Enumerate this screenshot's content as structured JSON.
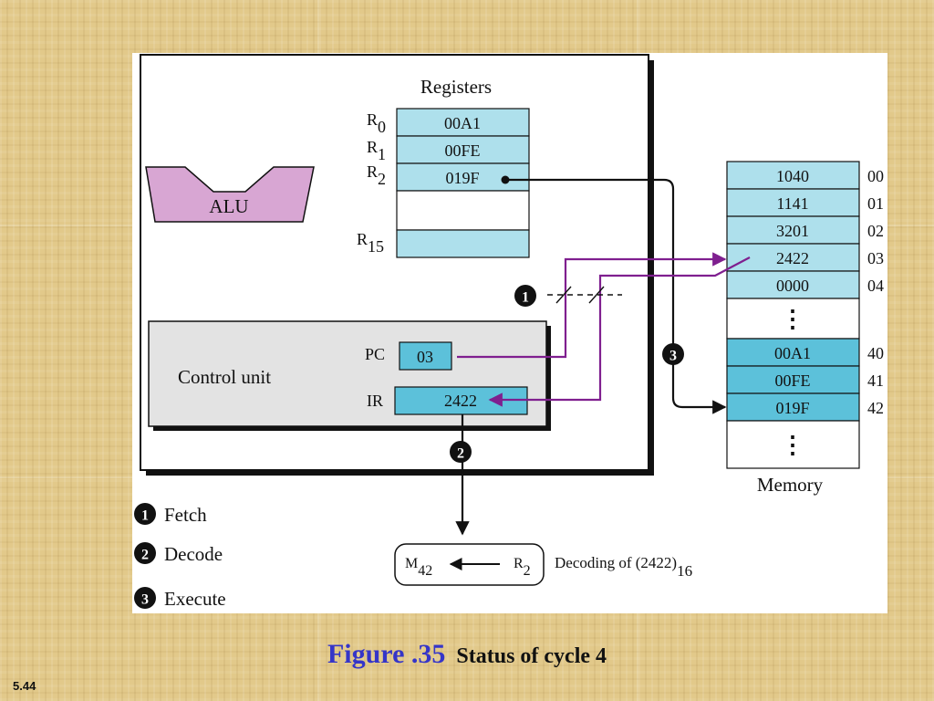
{
  "registers": {
    "title": "Registers",
    "rows": [
      {
        "name": "R",
        "sub": "0",
        "value": "00A1"
      },
      {
        "name": "R",
        "sub": "1",
        "value": "00FE"
      },
      {
        "name": "R",
        "sub": "2",
        "value": "019F"
      },
      {
        "name": "",
        "sub": "",
        "value": ""
      },
      {
        "name": "R",
        "sub": "15",
        "value": ""
      }
    ]
  },
  "alu": {
    "label": "ALU"
  },
  "control_unit": {
    "label": "Control unit",
    "pc": {
      "label": "PC",
      "value": "03"
    },
    "ir": {
      "label": "IR",
      "value": "2422"
    }
  },
  "memory": {
    "title": "Memory",
    "rows": [
      {
        "addr": "00",
        "value": "1040"
      },
      {
        "addr": "01",
        "value": "1141"
      },
      {
        "addr": "02",
        "value": "3201"
      },
      {
        "addr": "03",
        "value": "2422"
      },
      {
        "addr": "04",
        "value": "0000"
      },
      {
        "addr": "",
        "value": "⋮"
      },
      {
        "addr": "40",
        "value": "00A1"
      },
      {
        "addr": "41",
        "value": "00FE"
      },
      {
        "addr": "42",
        "value": "019F"
      },
      {
        "addr": "",
        "value": "⋮"
      }
    ]
  },
  "steps": [
    {
      "num": "1",
      "label": "Fetch"
    },
    {
      "num": "2",
      "label": "Decode"
    },
    {
      "num": "3",
      "label": "Execute"
    }
  ],
  "decode": {
    "dest": "M",
    "dest_sub": "42",
    "src": "R",
    "src_sub": "2",
    "note": "Decoding of (2422)",
    "note_sub": "16"
  },
  "caption": {
    "number": "Figure .35",
    "title": "Status of cycle 4"
  },
  "slide_number": "5.44",
  "colors": {
    "register_fill": "#aee0ec",
    "memory_fill": "#aee0ec",
    "memory_highlight": "#5cc1da",
    "control_fill": "#5cc1da",
    "alu_fill": "#d8a6d3",
    "control_unit_bg": "#e3e3e3",
    "purple_arrow": "#7f1f8f",
    "caption_number": "#3535c8"
  }
}
